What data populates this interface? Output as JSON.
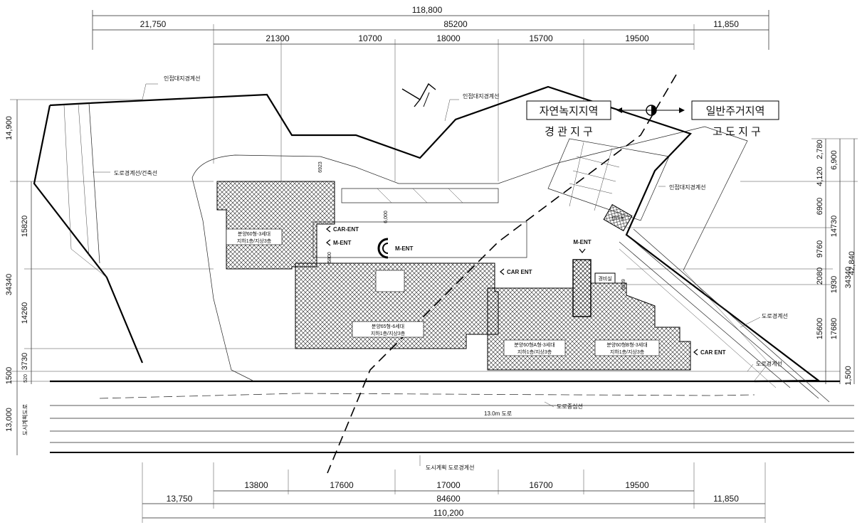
{
  "dims_top": {
    "total": "118,800",
    "left": "21,750",
    "middle": "85200",
    "right": "11,850",
    "segments": [
      "21300",
      "10700",
      "18000",
      "15700",
      "19500"
    ]
  },
  "dims_bottom": {
    "segments": [
      "13800",
      "17600",
      "17000",
      "16700",
      "19500"
    ],
    "left": "13,750",
    "middle": "84600",
    "right": "11,850",
    "total": "110,200"
  },
  "dims_left": {
    "a": "14,900",
    "b": "15820",
    "c": "34340",
    "d": "14260",
    "e": "3730",
    "f": "520",
    "g": "1500",
    "h": "13,000",
    "road_label": "도시계획도로"
  },
  "dims_right": {
    "a": "2,780",
    "b": "6,900",
    "c": "4,120",
    "d": "6900",
    "e": "14730",
    "f": "9760",
    "g": "2080",
    "h": "1930",
    "i": "34340",
    "j": "42,840",
    "k": "15600",
    "l": "17680",
    "m": "1,500"
  },
  "zones": {
    "left_name": "자연녹지지역",
    "left_sub": "경 관 지 구",
    "right_name": "일반주거지역",
    "right_sub": "고 도 지 구"
  },
  "labels": {
    "adjacent_top_left": "인접대지경계선",
    "adjacent_top": "인접대지경계선",
    "adjacent_right": "인접대지경계선",
    "road_building_line": "도로경계선/건축선",
    "road_boundary_right": "도로경계선",
    "road_boundary_bottom": "도로경계선",
    "road_center": "도로중심선",
    "road_width": "13.0m 도로",
    "city_plan_road_line": "도시계획 도로경계선",
    "dim_6923": "6923",
    "dim_6000": "6,000",
    "dim_5800": "5800",
    "dim_6539": "6539",
    "guard": "경비실",
    "substation": "관리동"
  },
  "entrances": {
    "car1": "CAR-ENT",
    "m1": "M-ENT",
    "m2": "M-ENT",
    "car2": "CAR ENT",
    "m3": "M-ENT",
    "car3": "CAR ENT"
  },
  "buildings": {
    "b1_line1": "분양60형-3세대",
    "b1_line2": "지하1층/지상3층",
    "b2_line1": "분양65형-6세대",
    "b2_line2": "지하1층/지상3층",
    "b3_line1": "분양60형A형-3세대",
    "b3_line2": "지하1층/지상3층",
    "b4_line1": "분양60형B형-3세대",
    "b4_line2": "지하1층/지상3층"
  }
}
